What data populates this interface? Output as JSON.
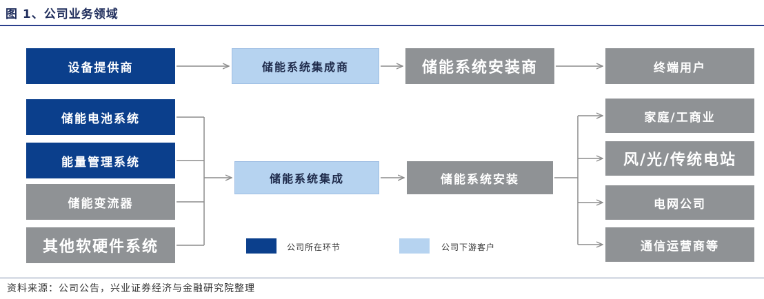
{
  "title": "图 1、公司业务领域",
  "source": "资料来源：公司公告，兴业证券经济与金融研究院整理",
  "boxes": {
    "equipment_supplier": "设备提供商",
    "integrator_business": "储能系统集成商",
    "installer_business": "储能系统安装商",
    "end_user": "终端用户",
    "battery_system": "储能电池系统",
    "energy_mgmt": "能量管理系统",
    "inverter": "储能变流器",
    "other_hw_sw": "其他软硬件系统",
    "integration": "储能系统集成",
    "installation": "储能系统安装",
    "home_commercial": "家庭/工商业",
    "wind_solar_traditional": "风/光/传统电站",
    "grid_company": "电网公司",
    "telecom": "通信运营商等"
  },
  "legend": {
    "company_field": "公司所在环节",
    "downstream_customer": "公司下游客户"
  },
  "colors": {
    "company_field": "#0b3f8c",
    "downstream_customer": "#b6d3f0",
    "other": "#8f9295",
    "connector": "#8c8c8c"
  }
}
